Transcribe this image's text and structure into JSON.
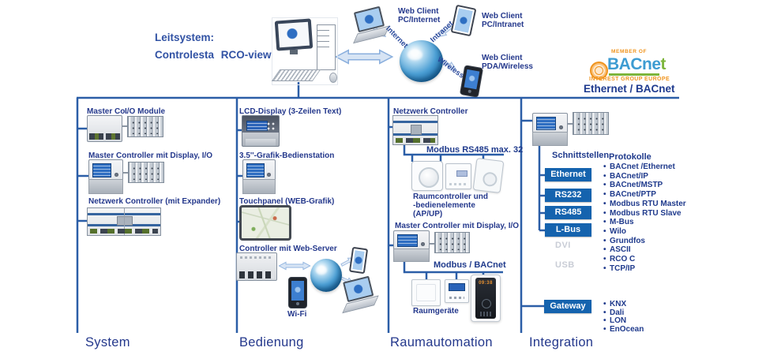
{
  "colors": {
    "line_blue": "#2B5EA7",
    "navy_text": "#24388C",
    "title_blue": "#3152A4",
    "button_blue": "#1563AE",
    "disabled_grey": "#C9CDD6",
    "bacnet_orange": "#F0941E",
    "bacnet_blue": "#3E9CD2",
    "bacnet_green": "#7DB53C"
  },
  "header": {
    "title_line1": "Leitsystem:",
    "title_line2": "Controlesta RCO-view",
    "backbone_label": "Ethernet / BACnet",
    "web_clients": {
      "internet": {
        "line1": "Web Client",
        "line2": "PC/Internet",
        "link": "Internet"
      },
      "intranet": {
        "line1": "Web Client",
        "line2": "PC/Intranet",
        "link": "Intranet"
      },
      "wireless": {
        "line1": "Web Client",
        "line2": "PDA/Wireless",
        "link": "Wireless"
      }
    },
    "bacnet_logo": {
      "member_of": "MEMBER OF",
      "brand_main": "BACne",
      "brand_tail": "t",
      "subtitle": "INTEREST GROUP EUROPE"
    }
  },
  "system": {
    "footer": "System",
    "master_co_label": "Master Co.",
    "io_module_label": "I/O Module",
    "master_controller_label": "Master Controller mit Display, I/O",
    "netzwerk_controller_label": "Netzwerk Controller (mit Expander)"
  },
  "bedienung": {
    "footer": "Bedienung",
    "lcd_label": "LCD-Display (3-Zeilen Text)",
    "grafik_label": "3.5''-Grafik-Bedienstation",
    "touchpanel_label": "Touchpanel (WEB-Grafik)",
    "webserver_label": "Controller mit Web-Server",
    "wifi_label": "Wi-Fi"
  },
  "raumautomation": {
    "footer": "Raumautomation",
    "netzwerk_controller_label": "Netzwerk Controller",
    "modbus_rs485_label": "Modbus RS485 max. 32",
    "raumcontroller_line1": "Raumcontroller und",
    "raumcontroller_line2": "-bedienelemente",
    "raumcontroller_line3": "(AP/UP)",
    "master_controller_label": "Master Controller mit Display, I/O",
    "modbus_bacnet_label": "Modbus / BACnet",
    "raumgeraete_label": "Raumgeräte",
    "door_panel_time": "09:38"
  },
  "integration": {
    "footer": "Integration",
    "interfaces_header": "Schnittstellen",
    "protocols_header": "Protokolle",
    "interface_buttons": [
      "Ethernet",
      "RS232",
      "RS485",
      "L-Bus"
    ],
    "disabled_interfaces": [
      "DVI",
      "USB"
    ],
    "protocols": [
      "BACnet /Ethernet",
      "BACnet/IP",
      "BACnet/MSTP",
      "BACnet/PTP",
      "Modbus RTU Master",
      "Modbus RTU Slave",
      "M-Bus",
      "Wilo",
      "Grundfos",
      "ASCII",
      "RCO C",
      "TCP/IP"
    ],
    "gateway_button": "Gateway",
    "gateway_protocols": [
      "KNX",
      "Dali",
      "LON",
      "EnOcean"
    ]
  }
}
